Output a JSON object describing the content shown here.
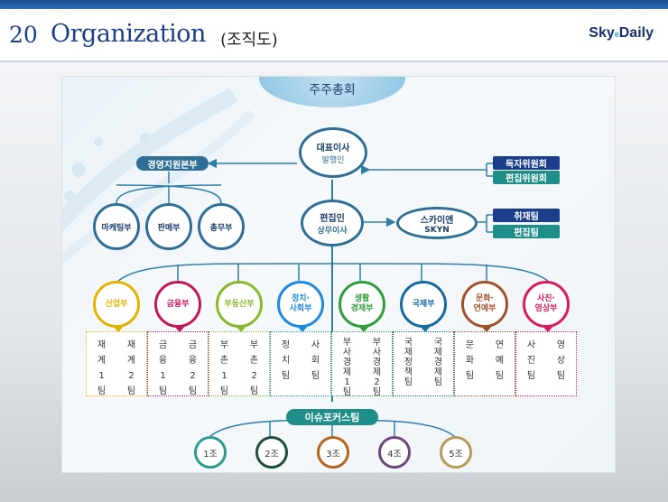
{
  "header": {
    "number": "20",
    "title": "Organization",
    "subtitle": "(조직도)",
    "logo_brand_pre": "Sky",
    "logo_brand_mid": "e",
    "logo_brand_post": "Daily"
  },
  "top": {
    "shareholders": "주주총회",
    "ceo_line1": "대표이사",
    "ceo_line2": "발행인"
  },
  "management": {
    "label": "경영지원본부",
    "depts": [
      "마케팅부",
      "판매부",
      "총무부"
    ]
  },
  "committees": [
    "독자위원회",
    "편집위원회"
  ],
  "editor": {
    "line1": "편집인",
    "line2": "상무이사"
  },
  "skyn": {
    "line1": "스카이엔",
    "line2": "SKYN",
    "teams": [
      "취재팀",
      "편집팀"
    ]
  },
  "departments": [
    {
      "name1": "산업부",
      "name2": "",
      "color": "#e2b300",
      "teams": [
        "재\n계\n1\n팀",
        "재\n계\n2\n팀"
      ]
    },
    {
      "name1": "금융부",
      "name2": "",
      "color": "#c2185b",
      "teams": [
        "금\n융\n1\n팀",
        "금\n융\n2\n팀"
      ]
    },
    {
      "name1": "부동산부",
      "name2": "",
      "color": "#8bb82a",
      "teams": [
        "부\n촌\n1\n팀",
        "부\n촌\n2\n팀"
      ]
    },
    {
      "name1": "정치·",
      "name2": "사회부",
      "color": "#1e88e5",
      "teams": [
        "정\n치\n팀",
        "사\n회\n팀"
      ]
    },
    {
      "name1": "생활",
      "name2": "경제부",
      "color": "#2e9e3a",
      "teams": [
        "부\n사\n경\n제\n1\n팀",
        "부\n사\n경\n제\n2\n팀"
      ]
    },
    {
      "name1": "국제부",
      "name2": "",
      "color": "#156a9e",
      "teams": [
        "국\n제\n정\n책\n팀",
        "국\n제\n경\n제\n팀"
      ]
    },
    {
      "name1": "문화·",
      "name2": "연예부",
      "color": "#a0522d",
      "teams": [
        "문\n화\n팀",
        "연\n예\n팀"
      ]
    },
    {
      "name1": "사진·",
      "name2": "영상부",
      "color": "#d81b60",
      "teams": [
        "사\n진\n팀",
        "영\n상\n팀"
      ]
    }
  ],
  "issue": {
    "label": "이슈포커스팀",
    "groups": [
      {
        "name": "1조",
        "color": "#2a9d8f"
      },
      {
        "name": "2조",
        "color": "#1d4f3a"
      },
      {
        "name": "3조",
        "color": "#b5651d"
      },
      {
        "name": "4조",
        "color": "#6b4a7a"
      },
      {
        "name": "5조",
        "color": "#b89a5a"
      }
    ]
  },
  "colors": {
    "main": "#2f6f97",
    "teal": "#1e8f88",
    "navy": "#1b3e8a",
    "line": "#2e7ea8"
  }
}
